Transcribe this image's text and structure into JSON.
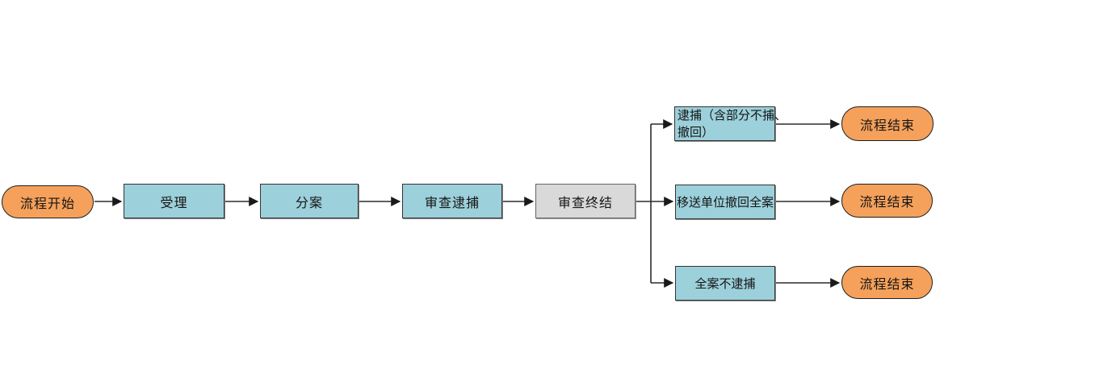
{
  "diagram": {
    "type": "flowchart",
    "direction": "left-to-right",
    "background": "#ffffff"
  },
  "colors": {
    "process_fill": "#9CD0DA",
    "terminator_fill": "#F5A15B",
    "final_step_fill": "#D9D9D9",
    "line": "#2B2B2B",
    "text": "#151515"
  },
  "nodes": {
    "start": {
      "label": "流程开始",
      "shape": "terminator"
    },
    "accept": {
      "label": "受理",
      "shape": "process"
    },
    "assign": {
      "label": "分案",
      "shape": "process"
    },
    "review_arrest": {
      "label": "审查逮捕",
      "shape": "process"
    },
    "review_conclude": {
      "label": "审查终结",
      "shape": "final-step"
    },
    "branch_arrest": {
      "label": "逮捕（含部分不捕、\n撤回）",
      "shape": "process"
    },
    "branch_withdraw": {
      "label": "移送单位撤回全案",
      "shape": "process"
    },
    "branch_no_arrest": {
      "label": "全案不逮捕",
      "shape": "process"
    },
    "end_top": {
      "label": "流程结束",
      "shape": "terminator"
    },
    "end_middle": {
      "label": "流程结束",
      "shape": "terminator"
    },
    "end_bottom": {
      "label": "流程结束",
      "shape": "terminator"
    }
  },
  "edges": [
    {
      "from": "start",
      "to": "accept"
    },
    {
      "from": "accept",
      "to": "assign"
    },
    {
      "from": "assign",
      "to": "review_arrest"
    },
    {
      "from": "review_arrest",
      "to": "review_conclude"
    },
    {
      "from": "review_conclude",
      "to": "branch_arrest"
    },
    {
      "from": "review_conclude",
      "to": "branch_withdraw"
    },
    {
      "from": "review_conclude",
      "to": "branch_no_arrest"
    },
    {
      "from": "branch_arrest",
      "to": "end_top"
    },
    {
      "from": "branch_withdraw",
      "to": "end_middle"
    },
    {
      "from": "branch_no_arrest",
      "to": "end_bottom"
    }
  ]
}
